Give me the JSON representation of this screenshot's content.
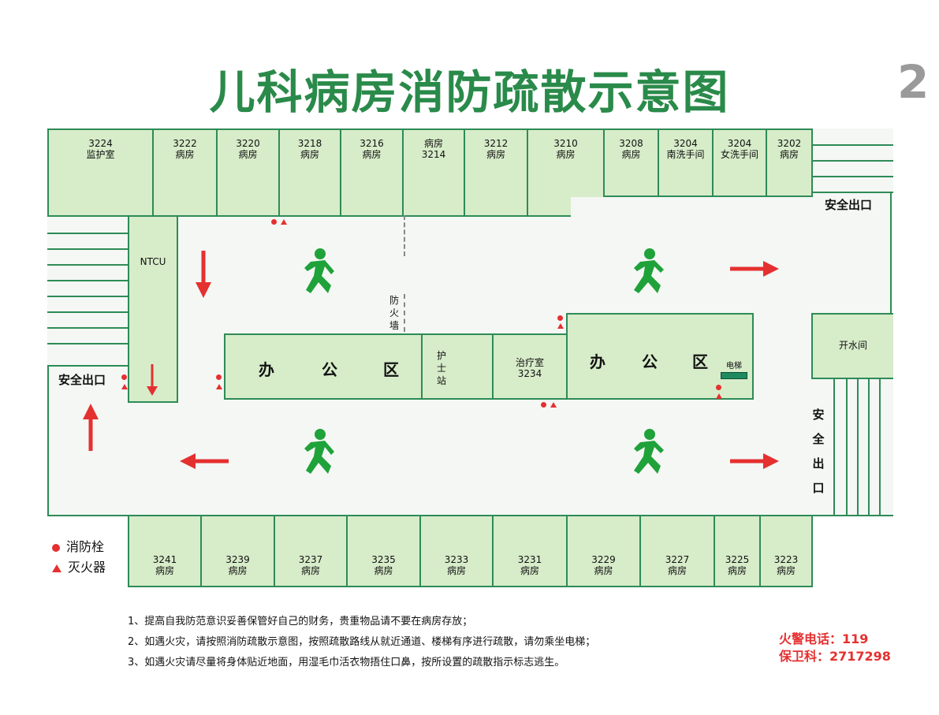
{
  "title": "儿科病房消防疏散示意图",
  "page_number": "2",
  "colors": {
    "title_green": "#2a8a4a",
    "wall_green": "#2e8b57",
    "room_fill": "#d7ecc9",
    "arrow_red": "#e53030",
    "runner_green": "#1fa23a"
  },
  "top_rooms": [
    {
      "num": "3224",
      "name": "监护室"
    },
    {
      "num": "3222",
      "name": "病房"
    },
    {
      "num": "3220",
      "name": "病房"
    },
    {
      "num": "3218",
      "name": "病房"
    },
    {
      "num": "3216",
      "name": "病房"
    },
    {
      "num": "病房",
      "name": "3214"
    },
    {
      "num": "3212",
      "name": "病房"
    },
    {
      "num": "3210",
      "name": "病房"
    },
    {
      "num": "3208",
      "name": "病房"
    },
    {
      "num": "3204",
      "name": "南洗手间"
    },
    {
      "num": "3204",
      "name": "女洗手间"
    },
    {
      "num": "3202",
      "name": "病房"
    }
  ],
  "bottom_rooms": [
    {
      "num": "3241",
      "name": "病房"
    },
    {
      "num": "3239",
      "name": "病房"
    },
    {
      "num": "3237",
      "name": "病房"
    },
    {
      "num": "3235",
      "name": "病房"
    },
    {
      "num": "3233",
      "name": "病房"
    },
    {
      "num": "3231",
      "name": "病房"
    },
    {
      "num": "3229",
      "name": "病房"
    },
    {
      "num": "3227",
      "name": "病房"
    },
    {
      "num": "3225",
      "name": "病房"
    },
    {
      "num": "3223",
      "name": "病房"
    }
  ],
  "ntcu": "NTCU",
  "exits": {
    "top_right": "安全出口",
    "left": "安全出口",
    "right_vertical": [
      "安",
      "全",
      "出",
      "口"
    ]
  },
  "firewall": [
    "防",
    "火",
    "墙"
  ],
  "office_left": [
    "办",
    "公",
    "区"
  ],
  "office_right": [
    "办",
    "公",
    "区"
  ],
  "nurse_station": [
    "护",
    "士",
    "站"
  ],
  "treatment": {
    "name": "治疗室",
    "num": "3234"
  },
  "elevator": "电梯",
  "water_room": "开水间",
  "legend": {
    "hydrant": "消防栓",
    "extinguisher": "灭火器"
  },
  "notes": [
    "1、提高自我防范意识妥善保管好自己的财务，贵重物品请不要在病房存放；",
    "2、如遇火灾，请按照消防疏散示意图，按照疏散路线从就近通道、楼梯有序进行疏散，请勿乘坐电梯；",
    "3、如遇火灾请尽量将身体贴近地面，用湿毛巾活衣物捂住口鼻，按所设置的疏散指示标志逃生。"
  ],
  "phone": {
    "fire": "火警电话：119",
    "security": "保卫科：2717298"
  }
}
